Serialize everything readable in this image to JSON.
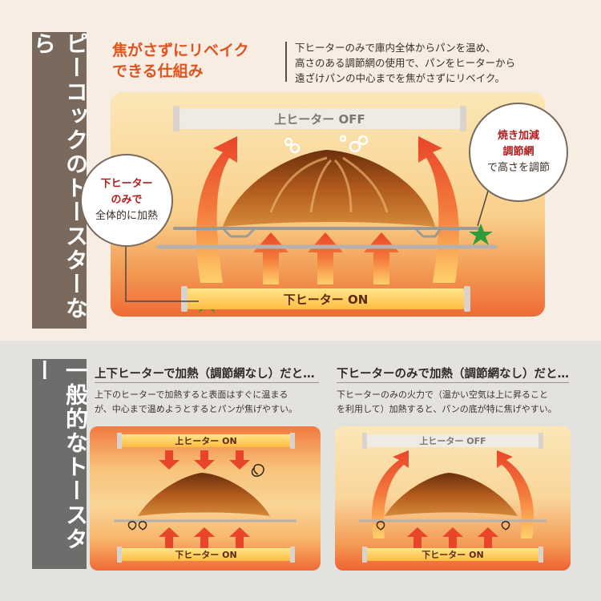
{
  "top_section": {
    "side_label": "ピーコックのトースターなら",
    "headline": [
      "焦がさずにリベイク",
      "できる仕組み"
    ],
    "description": [
      "下ヒーターのみで庫内全体からパンを温め、",
      "高さのある調節網の使用で、パンをヒーターから",
      "遠ざけパンの中心までを焦がさずにリベイク。"
    ],
    "upper_heater": "上ヒーター OFF",
    "lower_heater": "下ヒーター ON",
    "bubble_left": {
      "line1": "下ヒーター",
      "line2": "のみで",
      "line3": "全体的に加熱"
    },
    "bubble_right": {
      "line1": "焼き加減",
      "line2": "調節網",
      "line3": "で高さを調節"
    }
  },
  "bottom_section": {
    "side_label": "一般的なトースター",
    "left": {
      "title": "上下ヒーターで加熱（調節網なし）だと…",
      "description": [
        "上下のヒーターで加熱すると表面はすぐに温まる",
        "が、中心まで温めようとするとパンが焦げやすい。"
      ],
      "upper_heater": "上ヒーター ON",
      "lower_heater": "下ヒーター ON"
    },
    "right": {
      "title": "下ヒーターのみで加熱（調節網なし）だと…",
      "description": [
        "下ヒーターのみの火力で（温かい空気は上に昇ること",
        "を利用して）加熱すると、パンの底が特に焦げやすい。"
      ],
      "upper_heater": "上ヒーター OFF",
      "lower_heater": "下ヒーター ON"
    }
  },
  "colors": {
    "accent": "#e0531f",
    "tab_brown": "#7a6a5e",
    "tab_gray": "#6e6d6c",
    "heat_red": "#e8452a",
    "star_green": "#2e9c3a"
  }
}
